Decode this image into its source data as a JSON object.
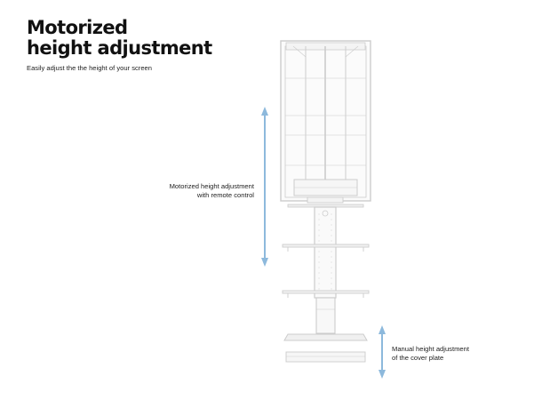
{
  "header": {
    "title_line1": "Motorized",
    "title_line2": "height adjustment",
    "subtitle": "Easily adjust the the height of your screen"
  },
  "callouts": {
    "motorized": {
      "line1": "Motorized height adjustment",
      "line2": "with remote control"
    },
    "manual": {
      "line1": "Manual height adjustment",
      "line2": "of the cover plate"
    }
  },
  "colors": {
    "arrow": "#8db9dc",
    "frame": "#cfcfcf",
    "text": "#222222"
  }
}
